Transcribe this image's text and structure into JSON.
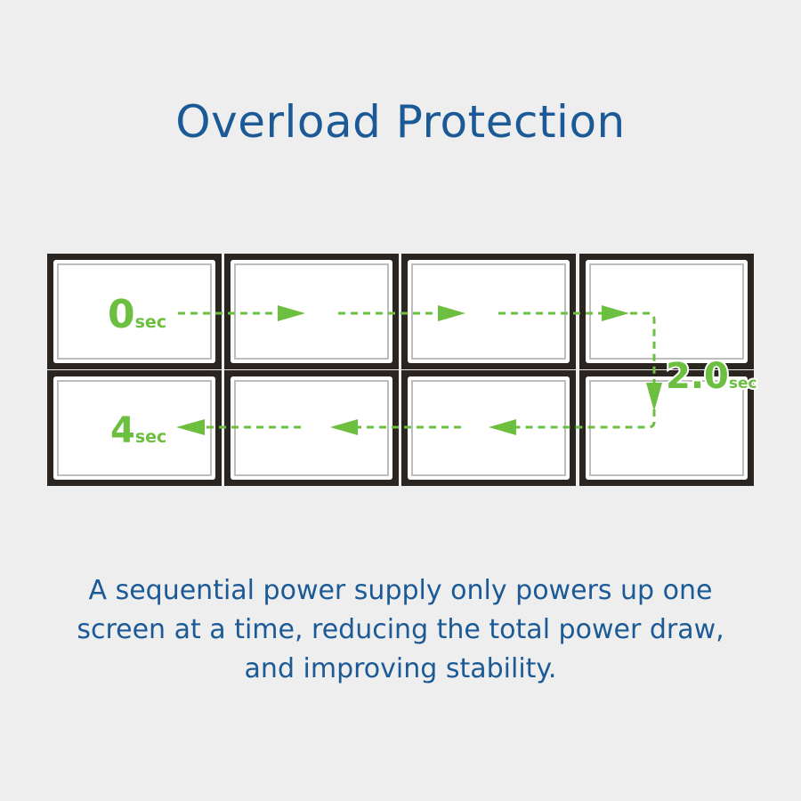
{
  "title": "Overload Protection",
  "diagram": {
    "labels": {
      "start": {
        "num": "0",
        "unit": "sec"
      },
      "middle": {
        "num": "2.0",
        "unit": "sec"
      },
      "end": {
        "num": "4",
        "unit": "sec"
      }
    },
    "grid": {
      "rows": 2,
      "cols": 4
    },
    "accent_color": "#6cbf3f"
  },
  "description": "A sequential power supply only powers up one screen at a time, reducing the total power draw, and improving stability."
}
